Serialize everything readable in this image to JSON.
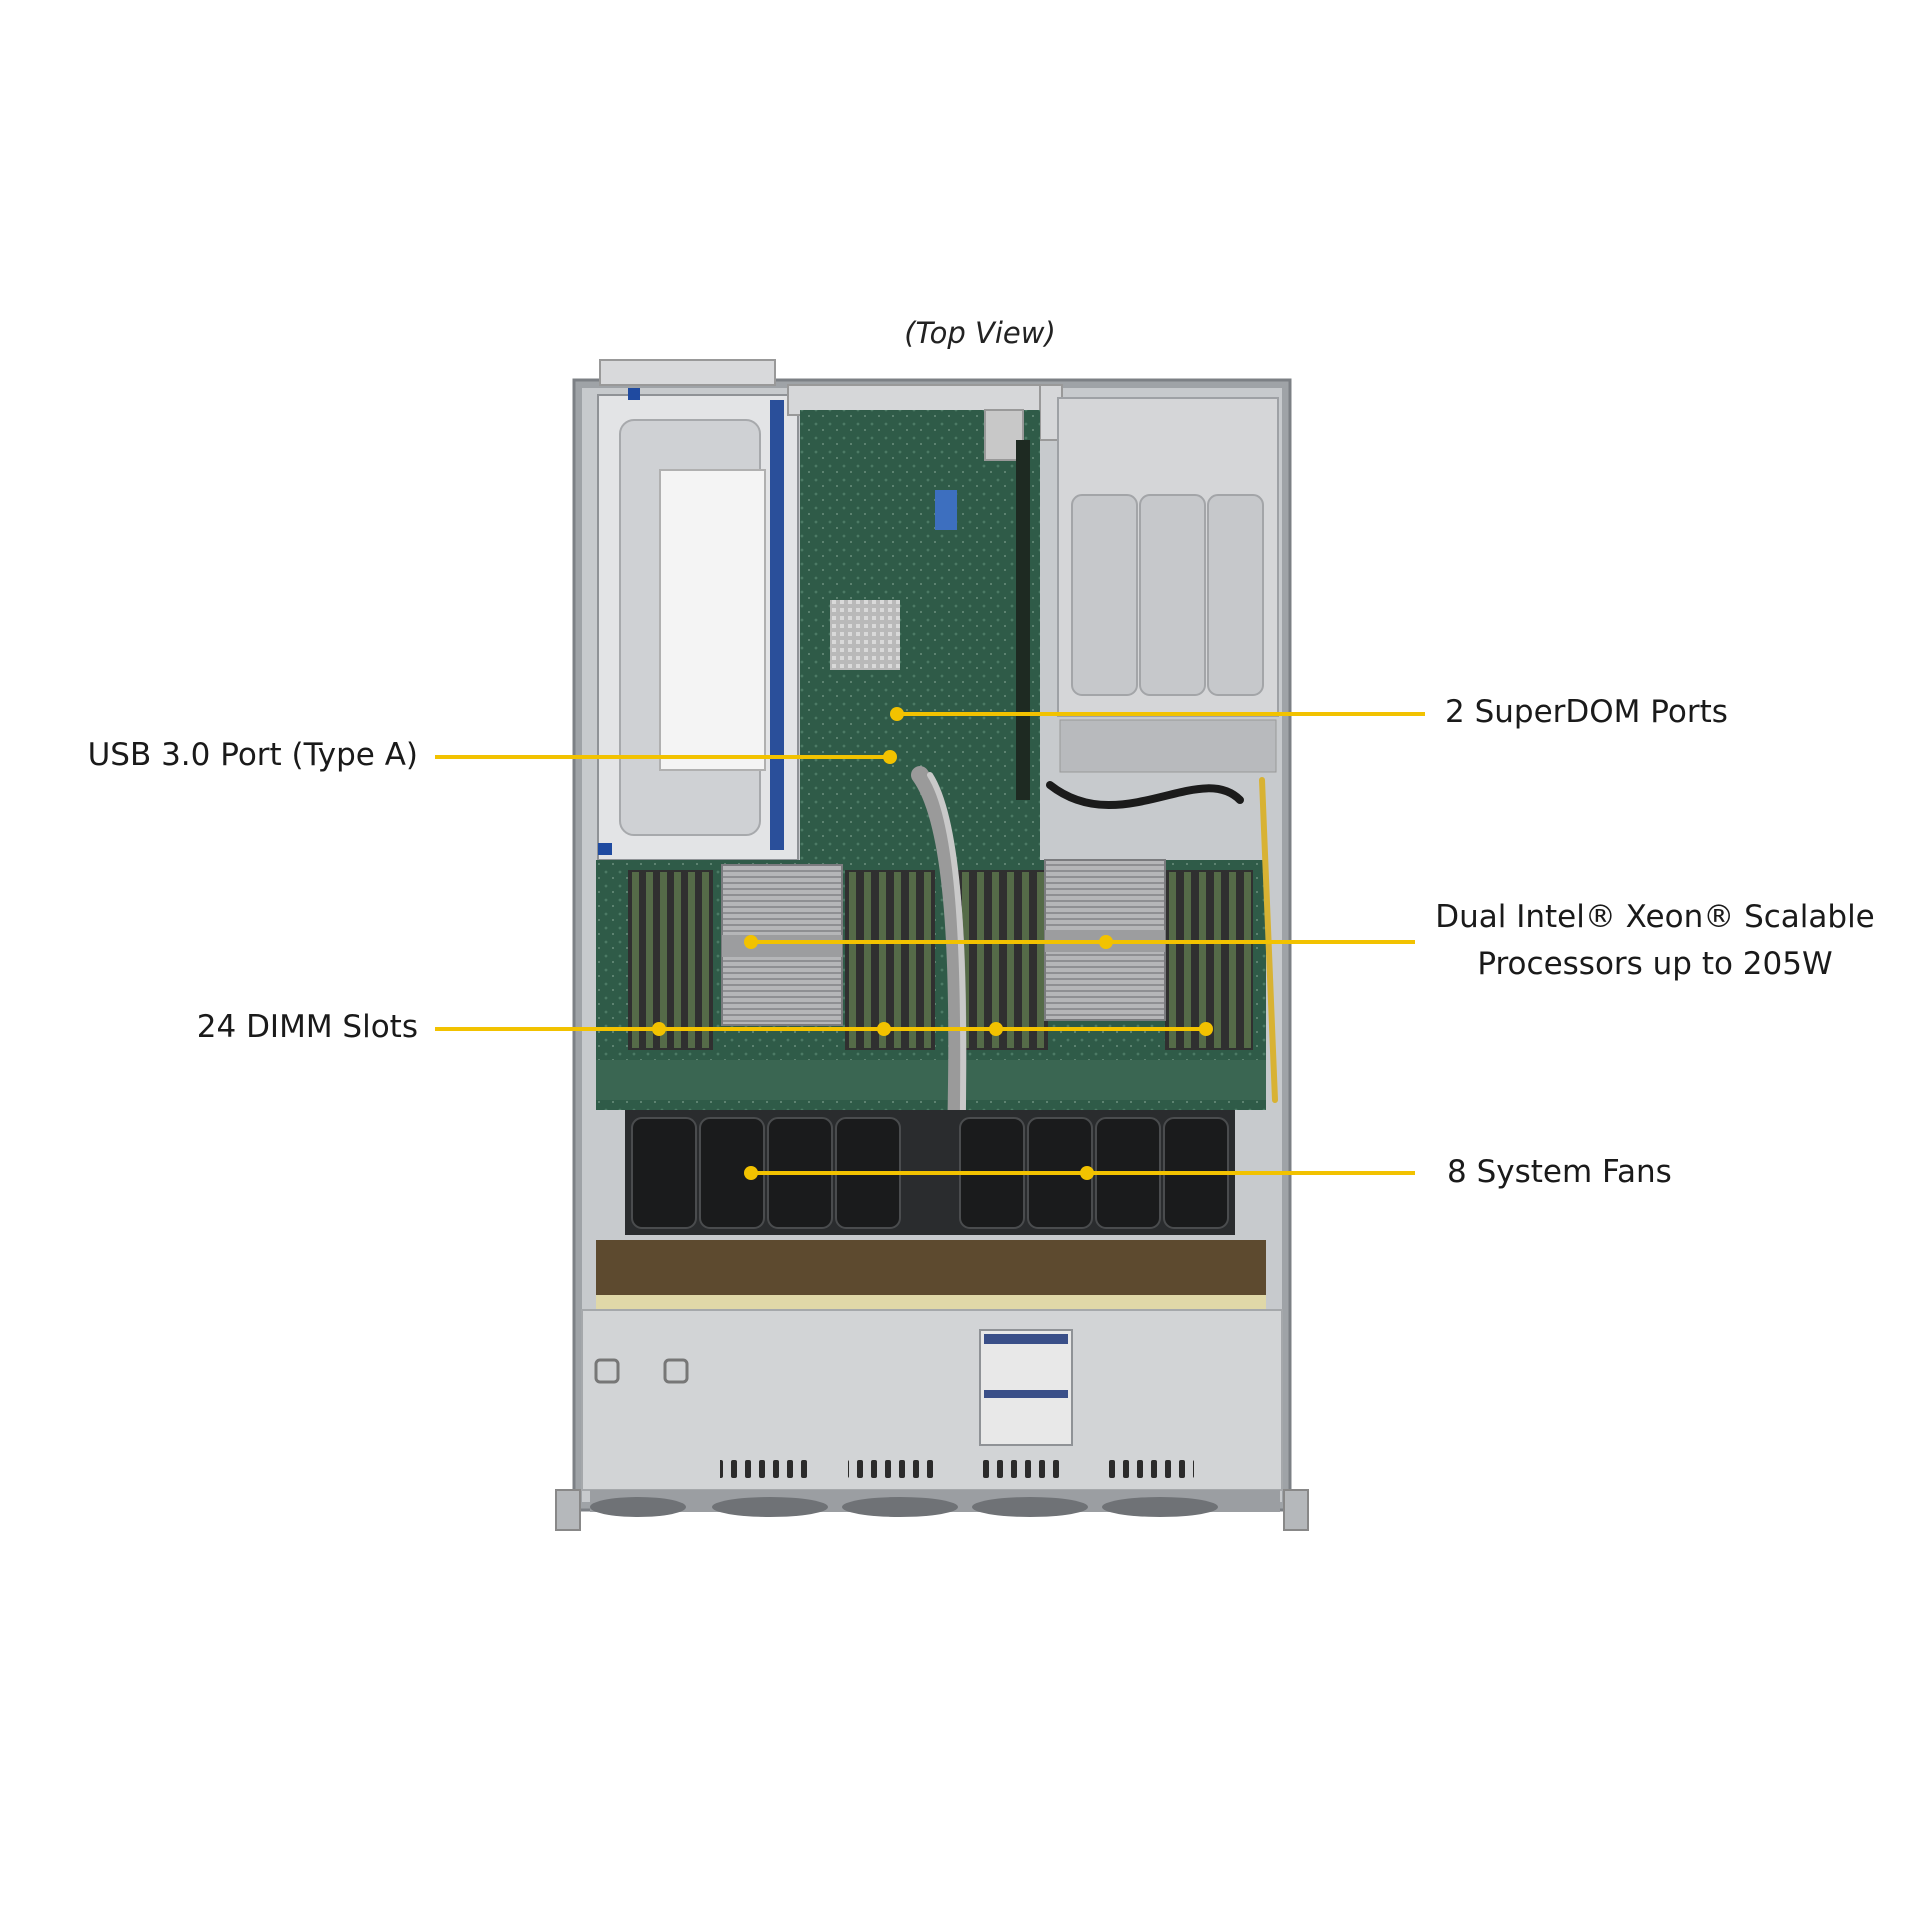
{
  "caption": "(Top View)",
  "callouts": {
    "superdom": "2 SuperDOM Ports",
    "usb": "USB 3.0 Port (Type A)",
    "cpu_line1": "Dual Intel® Xeon® Scalable",
    "cpu_line2": "Processors up to 205W",
    "dimm": "24 DIMM Slots",
    "fans": "8 System Fans"
  },
  "colors": {
    "leader_line": "#f2c200",
    "pcb": "#2f5b48",
    "chassis": "#c7cacd",
    "fan": "#242628",
    "heatsink": "#a9aaac"
  }
}
